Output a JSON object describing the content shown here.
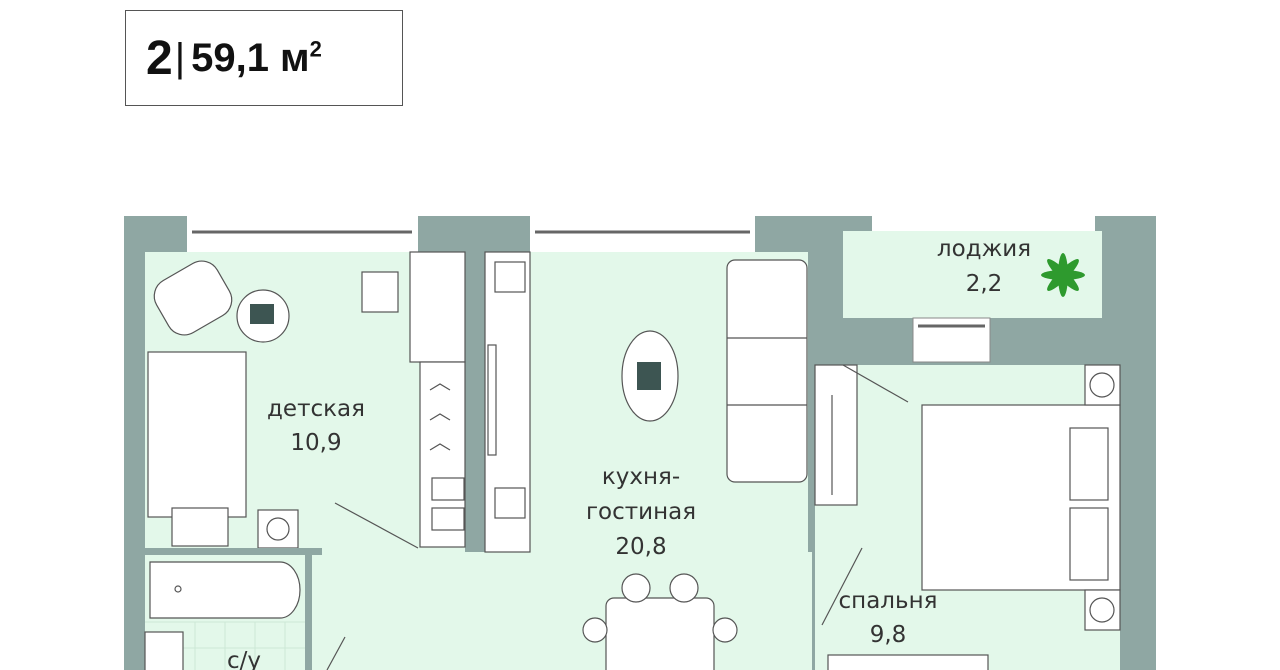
{
  "header": {
    "rooms": "2",
    "separator": "|",
    "area": "59,1 м",
    "area_unit_sup": "2"
  },
  "rooms": [
    {
      "name": "детская",
      "area": "10,9"
    },
    {
      "name_line1": "кухня-",
      "name_line2": "гостиная",
      "area": "20,8"
    },
    {
      "name": "лоджия",
      "area": "2,2"
    },
    {
      "name": "спальня",
      "area": "9,8"
    },
    {
      "name": "с/у"
    }
  ],
  "colors": {
    "wall": "#8fa7a3",
    "floor": "#e3f8ea",
    "plant": "#2e9a2e"
  }
}
